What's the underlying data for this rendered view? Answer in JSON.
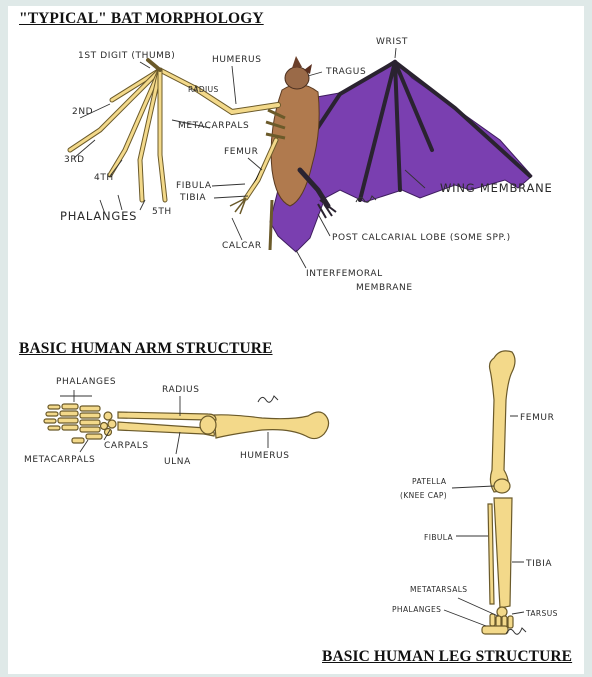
{
  "headings": {
    "bat": "\"TYPICAL\" BAT MORPHOLOGY",
    "arm": "BASIC HUMAN ARM STRUCTURE",
    "leg": "BASIC HUMAN LEG STRUCTURE"
  },
  "bat_labels": {
    "thumb": "1ST DIGIT (THUMB)",
    "humerus": "HUMERUS",
    "wrist": "WRIST",
    "radius": "RADIUS",
    "tragus": "TRAGUS",
    "digit2": "2ND",
    "metacarpals": "METACARPALS",
    "digit3": "3RD",
    "digit4": "4TH",
    "femur": "FEMUR",
    "fibula": "FIBULA",
    "tibia": "TIBIA",
    "phalanges": "PHALANGES",
    "digit5": "5TH",
    "wing_membrane": "WING MEMBRANE",
    "calcar": "CALCAR",
    "post_calcarial": "POST CALCARIAL LOBE (SOME SPP.)",
    "interfemoral_1": "INTERFEMORAL",
    "interfemoral_2": "MEMBRANE"
  },
  "arm_labels": {
    "phalanges": "PHALANGES",
    "radius": "RADIUS",
    "carpals": "CARPALS",
    "metacarpals": "METACARPALS",
    "ulna": "ULNA",
    "humerus": "HUMERUS"
  },
  "leg_labels": {
    "femur": "FEMUR",
    "patella_1": "PATELLA",
    "patella_2": "(KNEE CAP)",
    "fibula": "FIBULA",
    "tibia": "TIBIA",
    "metatarsals": "METATARSALS",
    "phalanges": "PHALANGES",
    "tarsus": "TARSUS"
  },
  "colors": {
    "bone": "#f3d98a",
    "bone_outline": "#6b5a2a",
    "fur": "#b07a4e",
    "membrane": "#7a3fb0",
    "membrane_dark": "#5a2a85",
    "background": "#dfe9e8"
  }
}
